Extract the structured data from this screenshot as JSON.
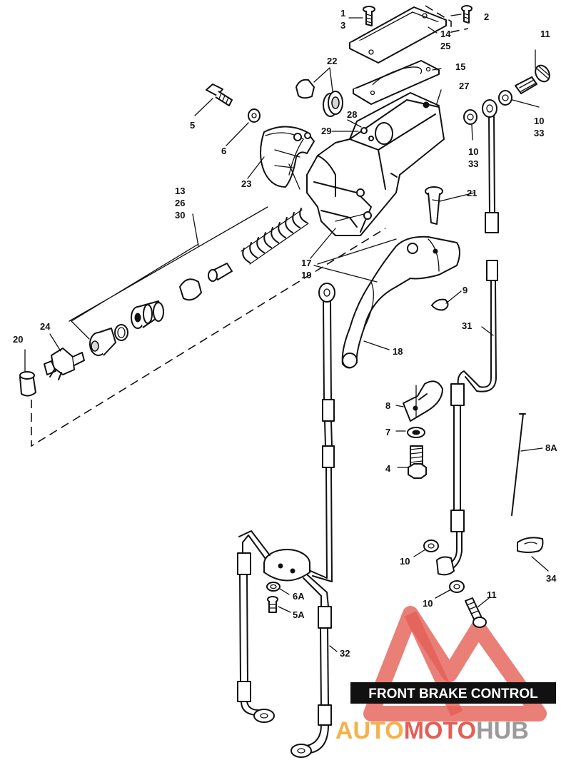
{
  "title": "FRONT BRAKE CONTROL",
  "watermark": {
    "part1": "AUTO",
    "part2": "MOTO",
    "part3": "HUB",
    "color_red": "#e0433a",
    "color_orange": "#f4a52b",
    "color_gray": "#8a8a8a"
  },
  "callouts": [
    "1",
    "3",
    "2",
    "14",
    "25",
    "15",
    "11",
    "22",
    "27",
    "5",
    "6",
    "28",
    "29",
    "10",
    "33",
    "10",
    "33",
    "23",
    "13",
    "26",
    "30",
    "21",
    "17",
    "19",
    "9",
    "31",
    "20",
    "24",
    "18",
    "8",
    "7",
    "4",
    "8A",
    "10",
    "34",
    "6A",
    "5A",
    "10",
    "11",
    "32"
  ]
}
